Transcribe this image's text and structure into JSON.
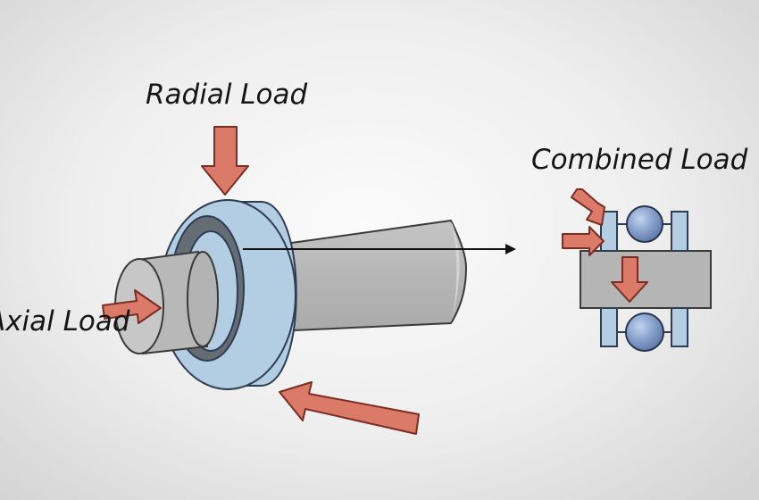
{
  "labels": {
    "radial": "Radial Load",
    "axial": "Axial Load",
    "combined": "Combined Load"
  },
  "colors": {
    "arrow_fill": "#dc7a6a",
    "arrow_stroke": "#7a2e22",
    "bearing_blue": "#b3cde3",
    "shaft_gray": "#b5b5b5",
    "ball_blue": "#7d9bc7"
  }
}
